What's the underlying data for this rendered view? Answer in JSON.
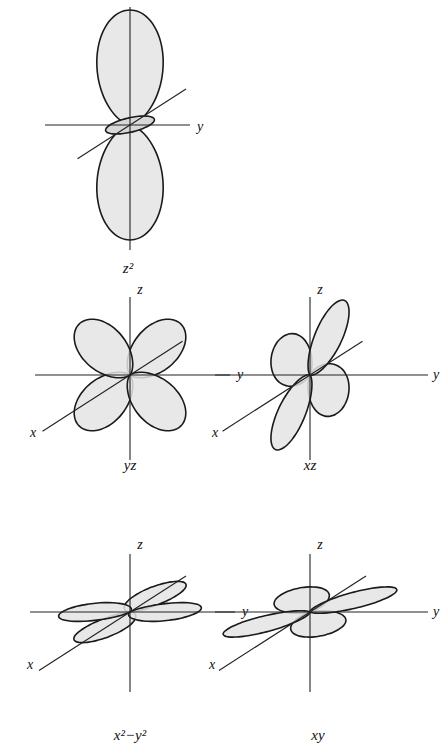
{
  "diagram": {
    "labels": [
      "y",
      "z²",
      "z",
      "y",
      "x",
      "yz",
      "z",
      "y",
      "x",
      "xz",
      "z",
      "y",
      "x",
      "x²−y²",
      "z",
      "y",
      "x",
      "xy"
    ]
  }
}
